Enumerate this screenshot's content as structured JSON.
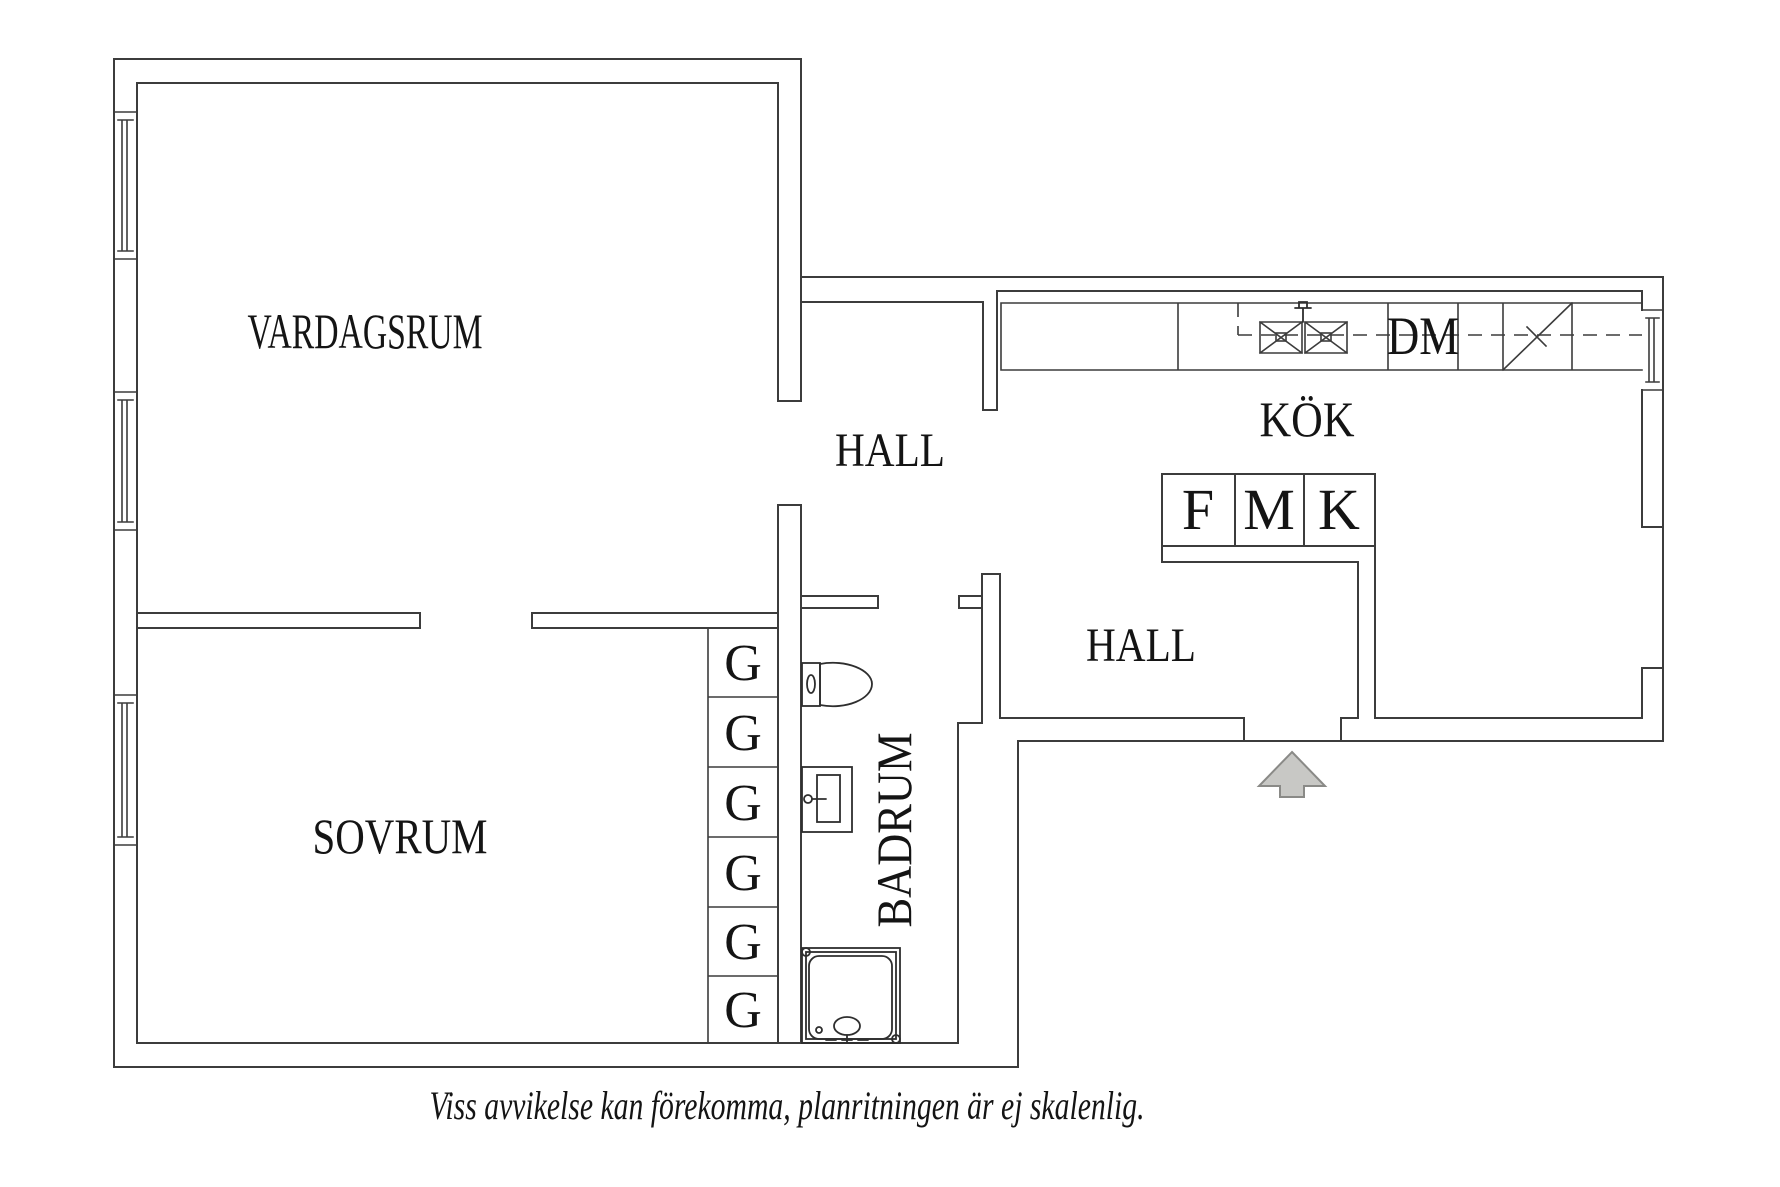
{
  "plan": {
    "disclaimer": "Viss avvikelse kan förekomma, planritningen är ej skalenlig.",
    "rooms": {
      "living_room": "VARDAGSRUM",
      "bedroom": "SOVRUM",
      "upper_hall": "HALL",
      "lower_hall": "HALL",
      "kitchen": "KÖK",
      "bathroom": "BADRUM"
    },
    "kitchen_appliances": {
      "dishwasher": "DM",
      "tall_units": [
        {
          "label": "F"
        },
        {
          "label": "M"
        },
        {
          "label": "K"
        }
      ]
    },
    "wardrobes": {
      "cells": [
        {
          "label": "G"
        },
        {
          "label": "G"
        },
        {
          "label": "G"
        },
        {
          "label": "G"
        },
        {
          "label": "G"
        },
        {
          "label": "G"
        }
      ]
    },
    "colors": {
      "line": "#3c3c3c",
      "text": "#141414",
      "arrow_fill": "#c8c8c5",
      "arrow_stroke": "#8a8a87",
      "background": "#ffffff"
    }
  }
}
